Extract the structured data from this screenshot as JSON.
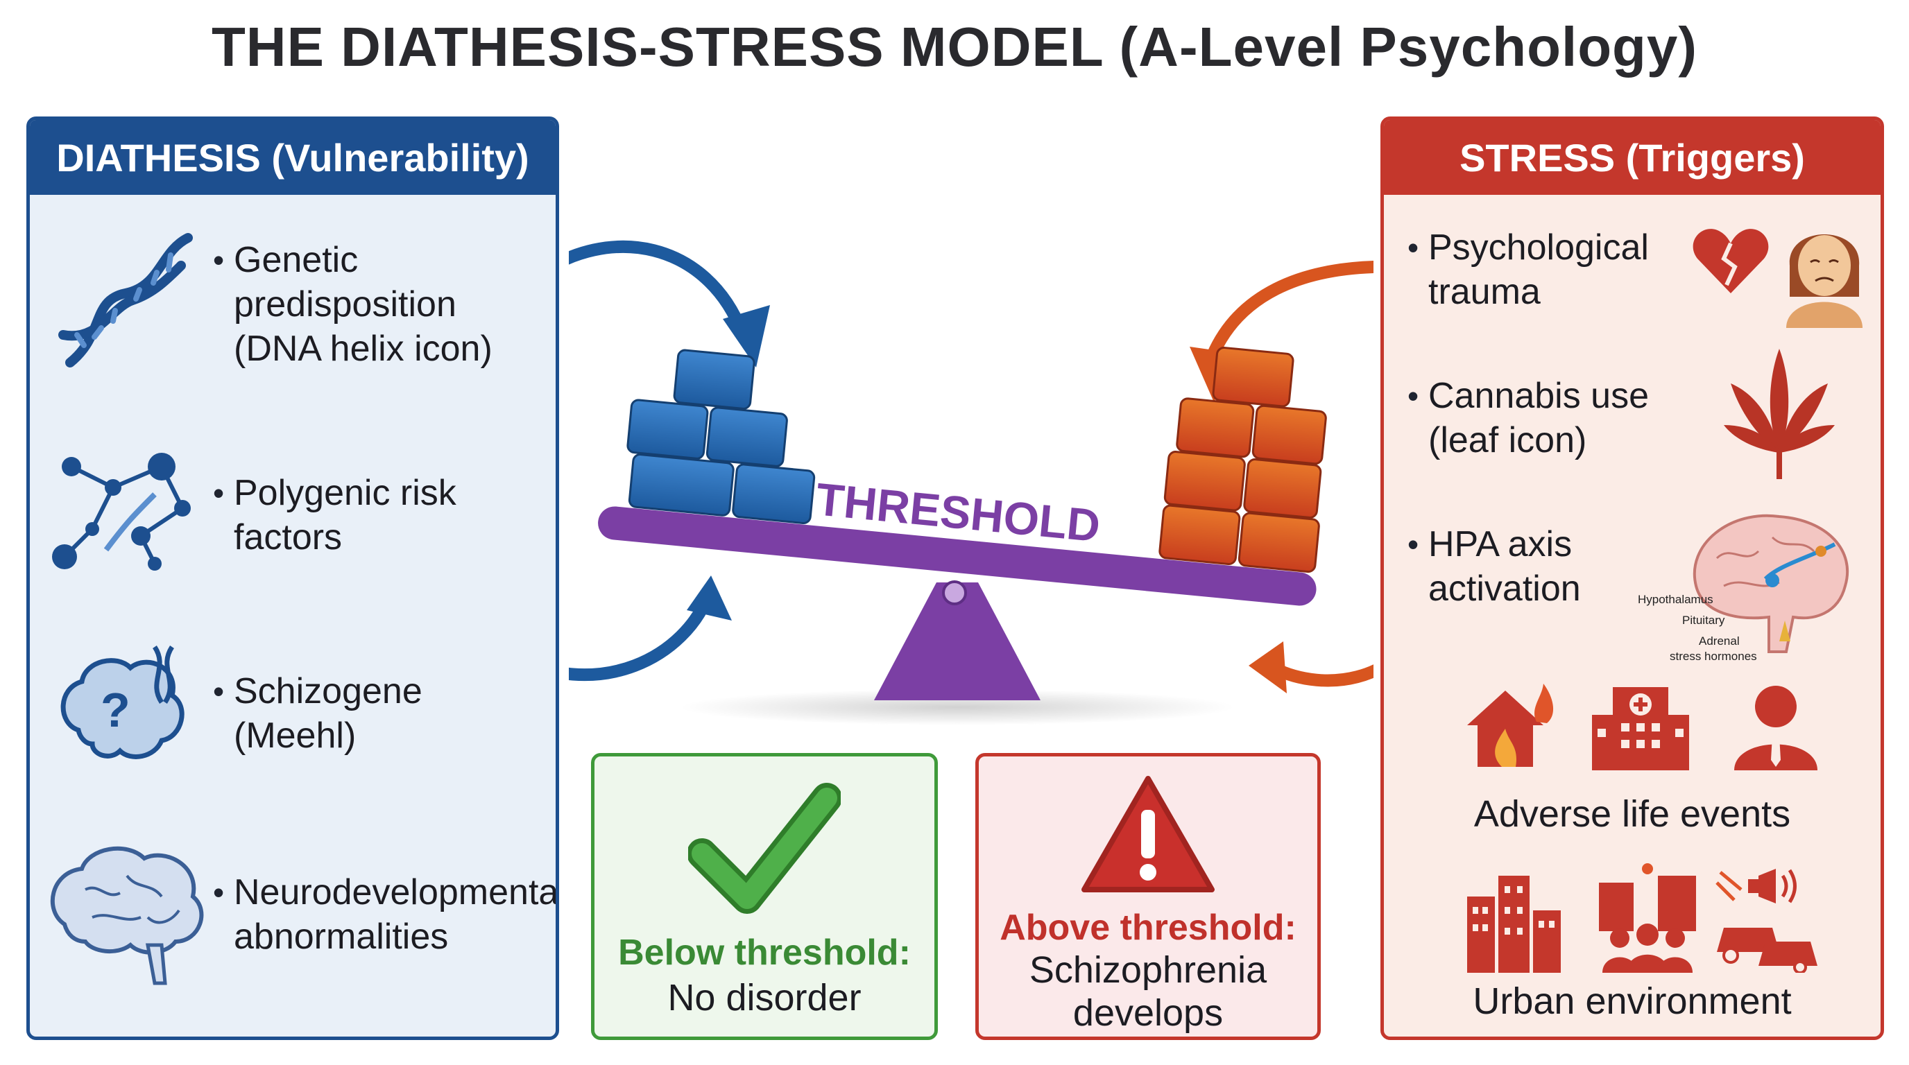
{
  "title": "THE DIATHESIS-STRESS MODEL (A-Level Psychology)",
  "diathesis": {
    "heading": "DIATHESIS (Vulnerability)",
    "items": [
      {
        "lines": [
          "Genetic",
          "predisposition",
          "(DNA helix icon)"
        ],
        "icon": "dna-helix-icon"
      },
      {
        "lines": [
          "Polygenic risk",
          "factors"
        ],
        "icon": "polygenic-network-icon"
      },
      {
        "lines": [
          "Schizogene",
          "(Meehl)"
        ],
        "icon": "brain-question-icon"
      },
      {
        "lines": [
          "Neurodevelopmental",
          "abnormalities"
        ],
        "icon": "brain-icon"
      }
    ]
  },
  "stress": {
    "heading": "STRESS (Triggers)",
    "items": [
      {
        "lines": [
          "Psychological",
          "trauma"
        ],
        "icon": "broken-heart-icon"
      },
      {
        "lines": [
          "Cannabis use",
          "(leaf icon)"
        ],
        "icon": "cannabis-leaf-icon"
      },
      {
        "lines": [
          "HPA axis",
          "activation"
        ],
        "icon": "hpa-brain-icon"
      }
    ],
    "brain_labels": [
      "Hypothalamus",
      "Pituitary",
      "Adrenal",
      "stress hormones"
    ],
    "adverse_caption": "Adverse life events",
    "urban_caption": "Urban environment"
  },
  "balance": {
    "label": "THRESHOLD",
    "beam_color": "#7b3fa4",
    "diathesis_block_color": "#2a6db5",
    "stress_block_color": "#d8551f"
  },
  "outcomes": {
    "below": {
      "title": "Below threshold:",
      "lines": [
        "No disorder"
      ]
    },
    "above": {
      "title": "Above threshold:",
      "lines": [
        "Schizophrenia",
        "develops"
      ]
    }
  },
  "colors": {
    "diathesis": "#1d4f8f",
    "stress": "#c4372c",
    "good": "#3f9a3a"
  }
}
